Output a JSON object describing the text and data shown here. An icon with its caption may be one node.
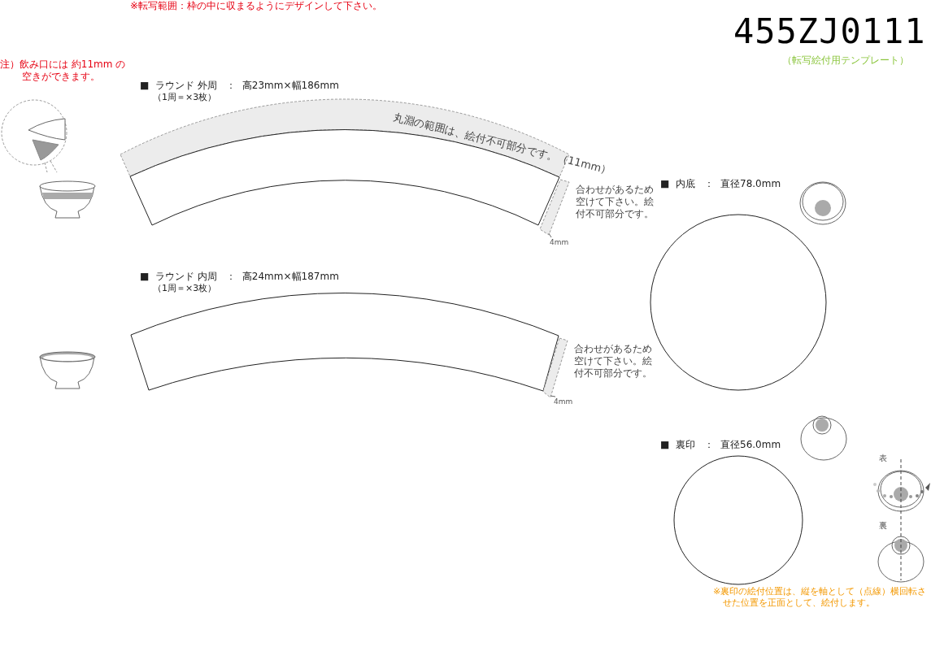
{
  "diagram": {
    "title": "455ZJ0111",
    "nodes": [
      {
        "text": [
          "丸淵の範囲は、絵付不可部分です。（11mm）"
        ]
      },
      {
        "text": [],
        "shape": "bar",
        "beside": [
          "■  ラウンド 外周   ：  高23mm×幅186mm",
          "（1周＝×3枚）"
        ]
      },
      {
        "text": [
          "4mm"
        ]
      },
      {
        "text": [],
        "shape": "bar"
      },
      {
        "text": [],
        "shape": "bar",
        "beside": [
          "■  ラウンド 内周   ：  高24mm×幅187mm",
          "（1周＝×3枚）"
        ]
      },
      {
        "text": [
          "4mm"
        ]
      },
      {
        "text": [],
        "shape": "bar"
      },
      {
        "text": [],
        "shape": "circle",
        "beside": [
          "■  内底   ：  直径78.0mm"
        ]
      },
      {
        "text": [],
        "shape": "circle",
        "beside": [
          "■  裏印   ：  直径56.0mm"
        ]
      }
    ],
    "edges": [
      {
        "from": 2,
        "to": 3,
        "arrow": "none"
      },
      {
        "from": 5,
        "to": 6,
        "arrow": "none"
      }
    ],
    "labels": [
      "※転写範囲：枠の中に収まるようにデザインして下さい。",
      "（転写絵付用テンプレート）",
      "注）飲み口には 約11mm の空きができます。",
      "合わせがあるため空けて下さい。絵付不可部分です。",
      "合わせがあるため空けて下さい。絵付不可部分です。",
      "表",
      "裏",
      "※裏印の絵付位置は、縦を軸として（点線）横回転させた位置を正面として、絵付します。"
    ]
  }
}
